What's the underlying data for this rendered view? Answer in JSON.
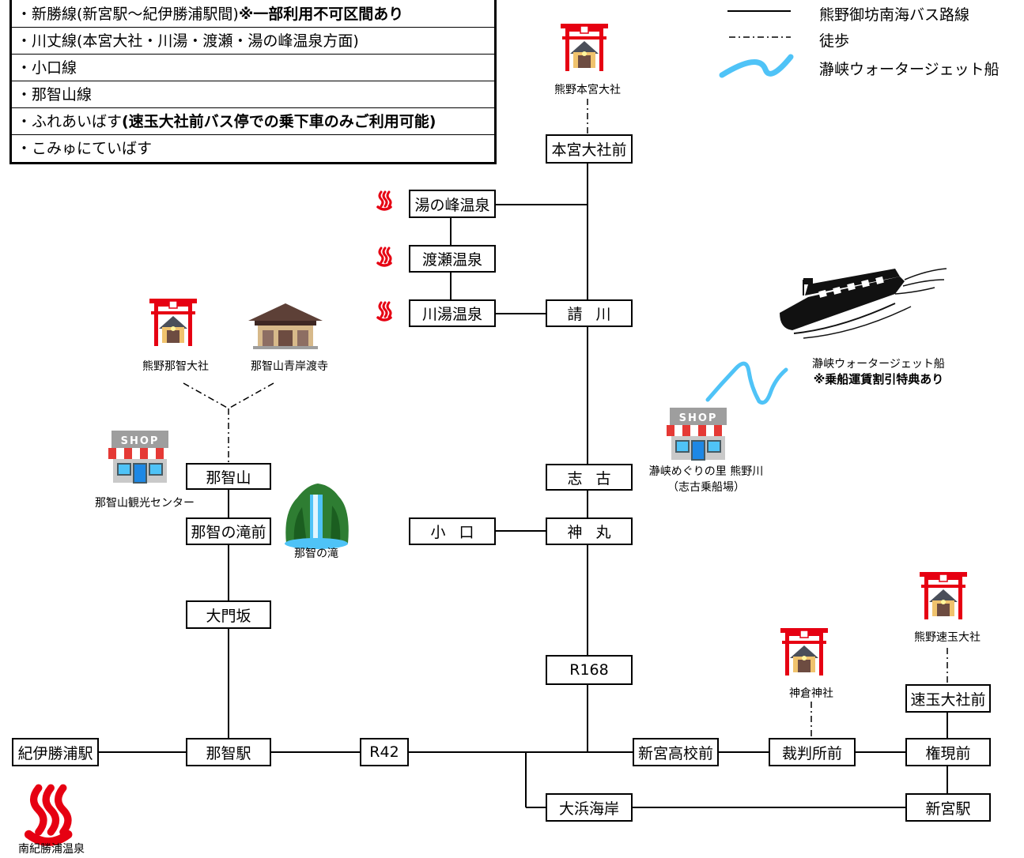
{
  "route_list": [
    {
      "text": "・新勝線(新宮駅～紀伊勝浦駅間)",
      "note": "※一部利用不可区間あり"
    },
    {
      "text": "・川丈線(本宮大社・川湯・渡瀬・湯の峰温泉方面)",
      "note": ""
    },
    {
      "text": "・小口線",
      "note": ""
    },
    {
      "text": "・那智山線",
      "note": ""
    },
    {
      "text": "・ふれあいばす",
      "note": "(速玉大社前バス停での乗下車のみご利用可能)"
    },
    {
      "text": "・こみゅにていばす",
      "note": ""
    }
  ],
  "legend": {
    "bus": "熊野御坊南海バス路線",
    "walk": "徒歩",
    "jet": "瀞峡ウォータージェット船"
  },
  "stops": {
    "hongu_taisha_mae": "本宮大社前",
    "yunomine": "湯の峰温泉",
    "watarase": "渡瀬温泉",
    "kawayu": "川湯温泉",
    "ukegawa": "請川",
    "shiko": "志古",
    "koguchi": "小口",
    "kamimaru": "神丸",
    "r168": "R168",
    "nachisan": "那智山",
    "nachi_no_taki_mae": "那智の滝前",
    "daimonzaka": "大門坂",
    "kii_katsuura": "紀伊勝浦駅",
    "nachi_eki": "那智駅",
    "r42": "R42",
    "ohama_kaigan": "大浜海岸",
    "shingu_koko_mae": "新宮高校前",
    "saibansho_mae": "裁判所前",
    "gongen_mae": "権現前",
    "shingu_eki": "新宮駅",
    "hayatama_mae": "速玉大社前"
  },
  "places": {
    "hongu_taisha": "熊野本宮大社",
    "nachi_taisha": "熊野那智大社",
    "seiganto_ji": "那智山青岸渡寺",
    "nachi_kanko": "那智山観光センター",
    "nachi_no_taki": "那智の滝",
    "dorokyo_meguri": "瀞峡めぐりの里 熊野川",
    "shiko_joseba": "（志古乗船場）",
    "jet_boat": "瀞峡ウォータージェット船",
    "jet_boat_note": "※乗船運賃割引特典あり",
    "kamikura": "神倉神社",
    "hayatama_taisha": "熊野速玉大社",
    "nanki_katsuura_onsen": "南紀勝浦温泉",
    "shop_sign": "SHOP"
  },
  "icons": [
    "shrine-icon",
    "temple-icon",
    "shop-icon",
    "hot-spring-icon",
    "waterfall-icon",
    "boat-icon"
  ],
  "colors": {
    "line": "#000000",
    "shrine_red": "#e60012",
    "hot_spring_red": "#e60012",
    "water_jet": "#4fc3f7",
    "shop_awning_red": "#e53935",
    "shop_roof": "#9e9e9e"
  }
}
